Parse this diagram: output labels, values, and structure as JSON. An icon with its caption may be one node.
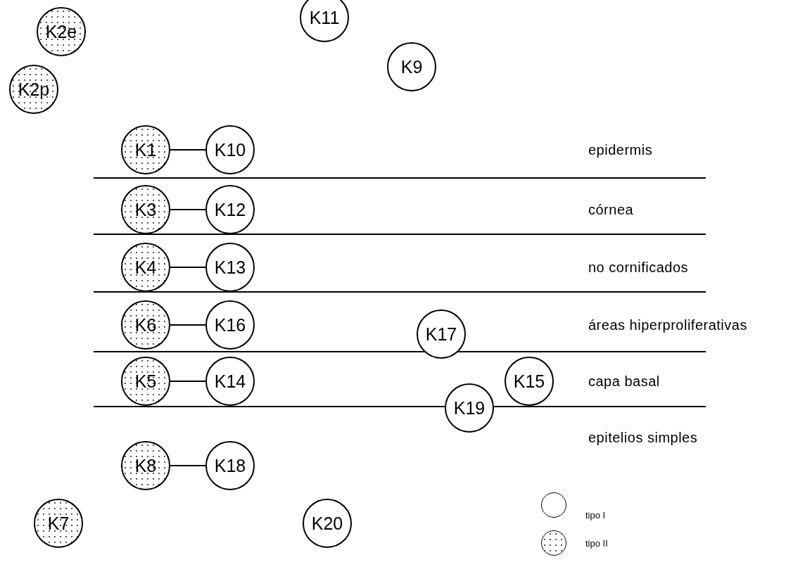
{
  "diagram": {
    "nodes": [
      {
        "text": [
          "K11"
        ]
      },
      {
        "text": [
          "K2e"
        ]
      },
      {
        "text": [
          "K9"
        ]
      },
      {
        "text": [
          "K2p"
        ]
      },
      {
        "text": [
          "K1"
        ]
      },
      {
        "text": [
          "K10"
        ]
      },
      {
        "text": [
          "K3"
        ]
      },
      {
        "text": [
          "K12"
        ]
      },
      {
        "text": [
          "K4"
        ]
      },
      {
        "text": [
          "K13"
        ]
      },
      {
        "text": [
          "K6"
        ]
      },
      {
        "text": [
          "K16"
        ]
      },
      {
        "text": [
          "K17"
        ]
      },
      {
        "text": [
          "K5"
        ]
      },
      {
        "text": [
          "K14"
        ]
      },
      {
        "text": [
          "K15"
        ]
      },
      {
        "text": [
          "K19"
        ]
      },
      {
        "text": [
          "K8"
        ]
      },
      {
        "text": [
          "K18"
        ]
      },
      {
        "text": [
          "K7"
        ]
      },
      {
        "text": [
          "K20"
        ]
      }
    ],
    "edges": [
      {
        "from": 4,
        "to": 5,
        "arrow": "none"
      },
      {
        "from": 6,
        "to": 7,
        "arrow": "none"
      },
      {
        "from": 8,
        "to": 9,
        "arrow": "none"
      },
      {
        "from": 10,
        "to": 11,
        "arrow": "none"
      },
      {
        "from": 13,
        "to": 14,
        "arrow": "none"
      },
      {
        "from": 17,
        "to": 18,
        "arrow": "none"
      }
    ],
    "labels": [
      "epidermis",
      "córnea",
      "no cornificados",
      "áreas hiperproliferativas",
      "capa basal",
      "epitelios simples"
    ],
    "legend": [
      {
        "text": "tipo I"
      },
      {
        "text": "tipo II"
      }
    ]
  }
}
